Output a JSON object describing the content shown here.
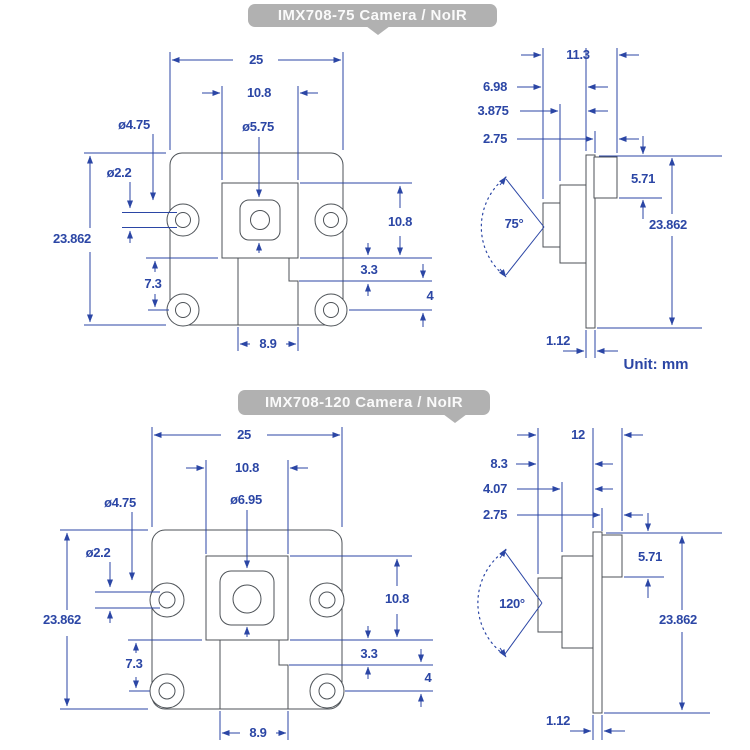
{
  "colors": {
    "dim": "#2b46a5",
    "outline": "#4d5257",
    "badge": "#b1b1b1",
    "badge_text": "#fafafa",
    "bg": "#ffffff"
  },
  "unit_label": "Unit: mm",
  "cameras": [
    {
      "id": "imx708-75",
      "title": "IMX708-75 Camera / NoIR",
      "front": {
        "board_width": "25",
        "bracket_width": "10.8",
        "mount_hole_outer_dia": "ø4.75",
        "lens_holder_dia": "ø5.75",
        "mount_hole_inner_dia": "ø2.2",
        "board_height": "23.862",
        "bracket_to_hole": "7.3",
        "tab_width": "8.9",
        "bracket_height": "10.8",
        "notch_height": "3.3",
        "notch_to_hole": "4"
      },
      "side": {
        "total_depth": "11.3",
        "lens_to_pcb": "6.98",
        "housing_depth": "3.875",
        "connector_depth": "2.75",
        "fov_angle": "75°",
        "connector_height": "5.71",
        "board_height": "23.862",
        "pcb_thickness": "1.12"
      }
    },
    {
      "id": "imx708-120",
      "title": "IMX708-120 Camera / NoIR",
      "front": {
        "board_width": "25",
        "bracket_width": "10.8",
        "mount_hole_outer_dia": "ø4.75",
        "lens_holder_dia": "ø6.95",
        "mount_hole_inner_dia": "ø2.2",
        "board_height": "23.862",
        "bracket_to_hole": "7.3",
        "tab_width": "8.9",
        "bracket_height": "10.8",
        "notch_height": "3.3",
        "notch_to_hole": "4"
      },
      "side": {
        "total_depth": "12",
        "lens_to_pcb": "8.3",
        "housing_depth": "4.07",
        "connector_depth": "2.75",
        "fov_angle": "120°",
        "connector_height": "5.71",
        "board_height": "23.862",
        "pcb_thickness": "1.12"
      }
    }
  ]
}
